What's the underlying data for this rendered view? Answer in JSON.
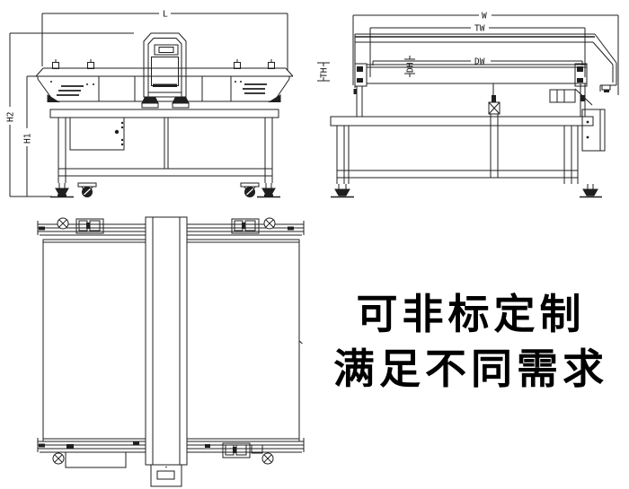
{
  "caption": {
    "line1": "可非标定制",
    "line2": "满足不同需求"
  },
  "front_view": {
    "labels": {
      "length": "L",
      "overall_height": "H2",
      "belt_height": "H1"
    }
  },
  "side_view": {
    "labels": {
      "overall_width": "W",
      "tunnel_width": "TW",
      "detection_width": "DW",
      "tunnel_height": "TH",
      "detection_height": "DH"
    }
  },
  "colors": {
    "line": "#1f1f1f",
    "background": "#ffffff",
    "caption_text": "#000000"
  }
}
